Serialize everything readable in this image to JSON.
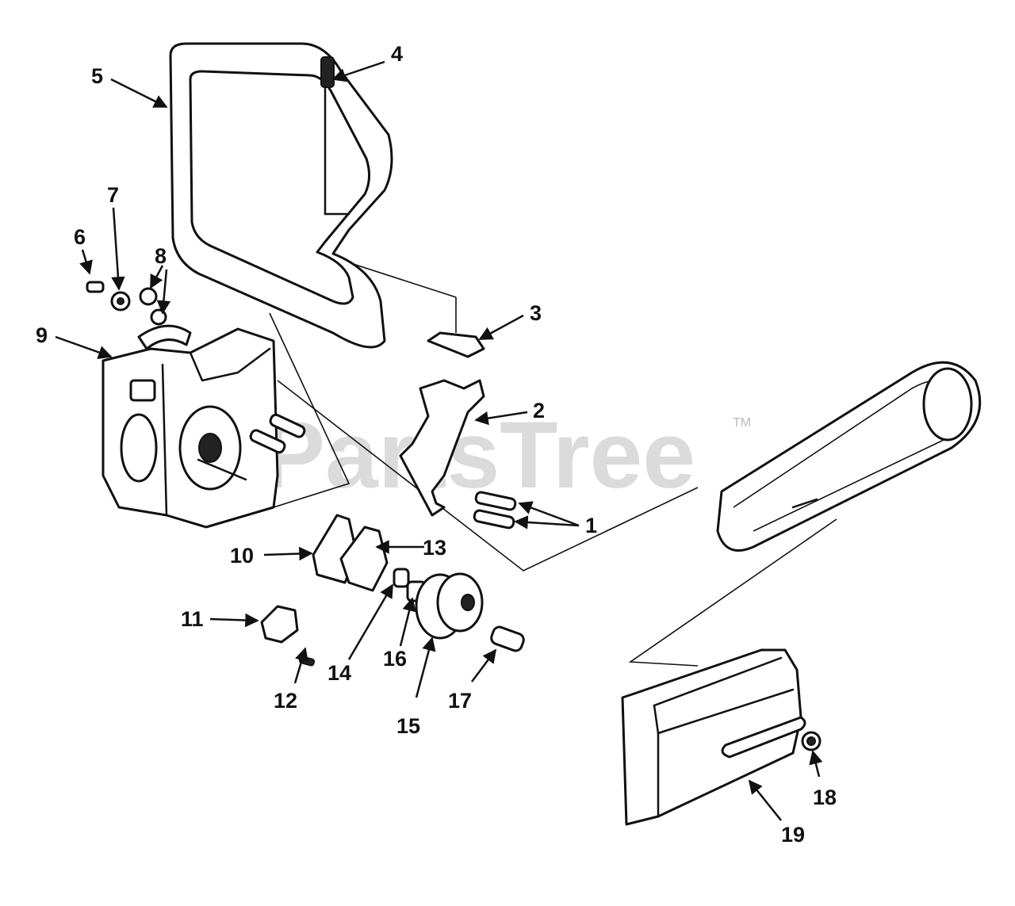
{
  "watermark": {
    "text": "PartsTree",
    "trademark": "TM"
  },
  "callouts": [
    "1",
    "2",
    "3",
    "4",
    "5",
    "6",
    "7",
    "8",
    "9",
    "10",
    "11",
    "12",
    "13",
    "14",
    "15",
    "16",
    "17",
    "18",
    "19"
  ]
}
